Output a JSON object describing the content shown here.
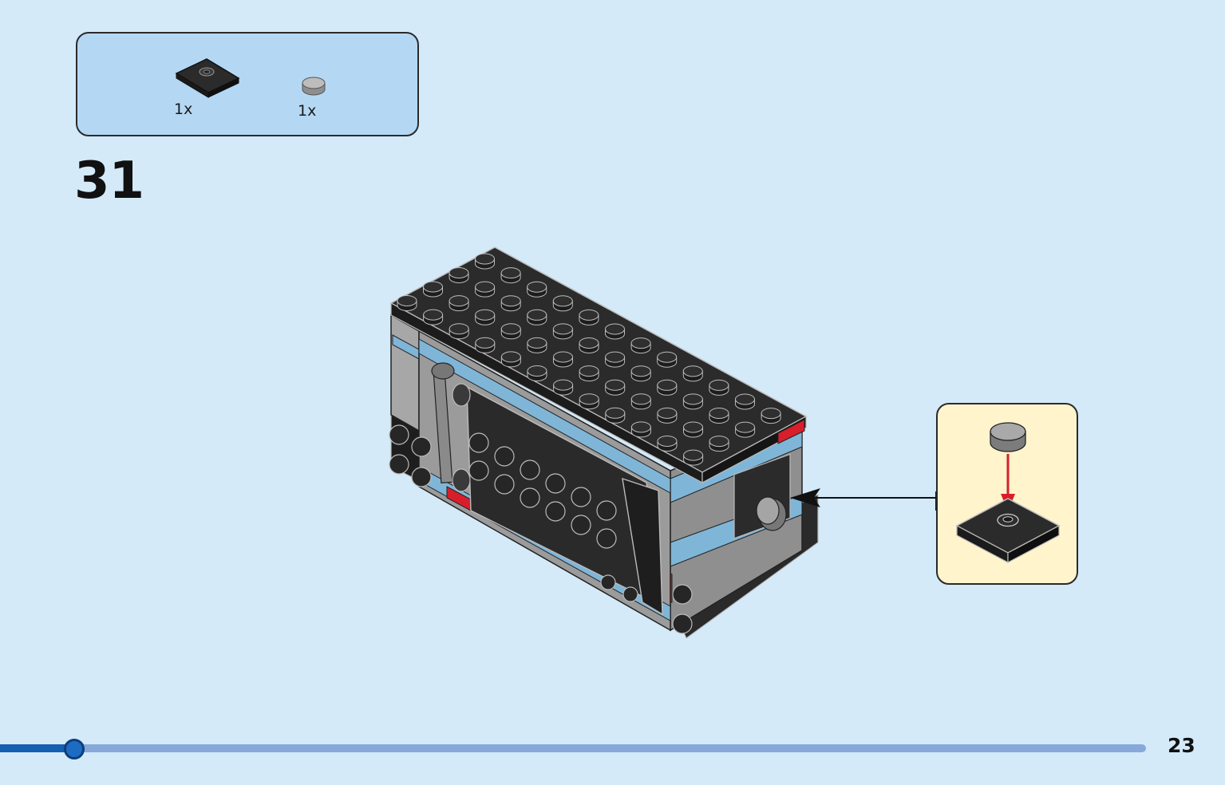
{
  "parts_list": {
    "items": [
      {
        "icon": "black-plate-2x2-with-stud-icon",
        "color": "#1f1f1f",
        "quantity": "1x"
      },
      {
        "icon": "grey-round-tile-1x1-icon",
        "color": "#a0a0a0",
        "quantity": "1x"
      }
    ]
  },
  "step": {
    "number": "31"
  },
  "model": {
    "icon": "lego-bus-assembly-icon",
    "primary_color": "#2b2b2b",
    "secondary_color": "#9a9a9a",
    "accent_color": "#7fb6d8",
    "stripe_color": "#d81e2a"
  },
  "callout": {
    "icon": "tile-onto-plate-subassembly-icon",
    "background": "#fff4cc",
    "arrow_color": "#d81e2a"
  },
  "progress": {
    "fraction": 0.065
  },
  "page": {
    "number": "23"
  }
}
